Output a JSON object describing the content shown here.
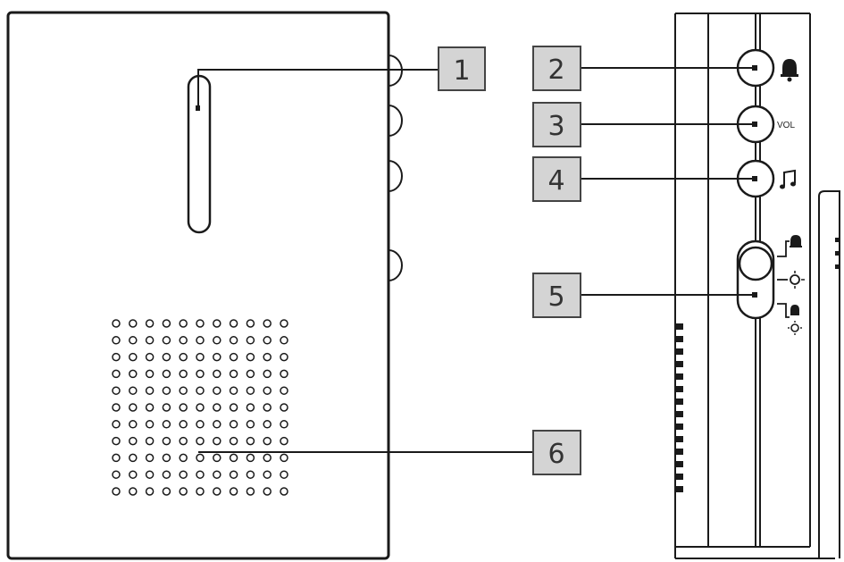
{
  "diagram": {
    "callouts": [
      {
        "id": "1",
        "label": "1",
        "target": "indicator-light-slot"
      },
      {
        "id": "2",
        "label": "2",
        "target": "alert-mode-button"
      },
      {
        "id": "3",
        "label": "3",
        "target": "volume-button"
      },
      {
        "id": "4",
        "label": "4",
        "target": "melody-button"
      },
      {
        "id": "5",
        "label": "5",
        "target": "mode-slide-switch"
      },
      {
        "id": "6",
        "label": "6",
        "target": "speaker-grille"
      }
    ],
    "side_labels": {
      "volume": "VOL"
    },
    "icons": {
      "alert_mode": "bell-icon",
      "melody": "music-note-icon",
      "switch_top": "bell-icon",
      "switch_middle": "light-icon",
      "switch_bottom": "bell-and-light-icon"
    },
    "speaker_grille": {
      "rows": 11,
      "columns": 11
    },
    "colors": {
      "line": "#1a1a1a",
      "callout_fill": "#d4d4d4",
      "callout_border": "#444444",
      "background": "#ffffff"
    }
  }
}
